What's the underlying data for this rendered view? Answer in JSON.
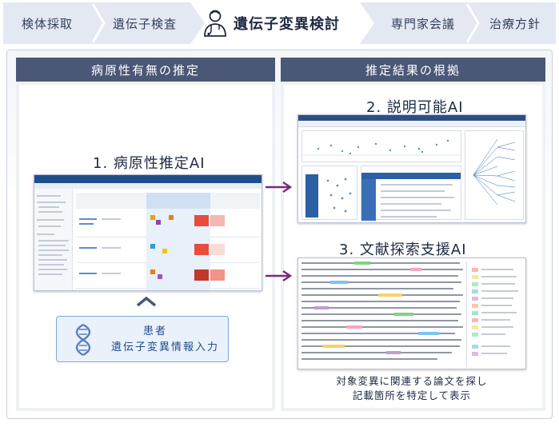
{
  "flow": {
    "steps": [
      "検体採取",
      "遺伝子検査",
      "遺伝子変異検討",
      "専門家会議",
      "治療方針"
    ],
    "active_index": 2
  },
  "left_panel": {
    "title": "病原性有無の推定",
    "caption": "1. 病原性推定AI",
    "patient_line1": "患者",
    "patient_line2": "遺伝子変異情報入力"
  },
  "right_panel": {
    "title": "推定結果の根拠",
    "caption_xai": "2. 説明可能AI",
    "caption_lit": "3. 文献探索支援AI",
    "note_line1": "対象変異に関連する論文を探し",
    "note_line2": "記載箇所を特定して表示"
  },
  "colors": {
    "header_bar": "#4a5776",
    "flow_bg": "#e3e8f2",
    "accent_arrow": "#7a2a7a",
    "patient_border": "#7aa8d8",
    "patient_text": "#1f4e8c"
  },
  "icons": [
    "chevron-right-icon",
    "doctor-icon",
    "dna-icon",
    "chevron-up-icon",
    "arrow-right-icon"
  ]
}
